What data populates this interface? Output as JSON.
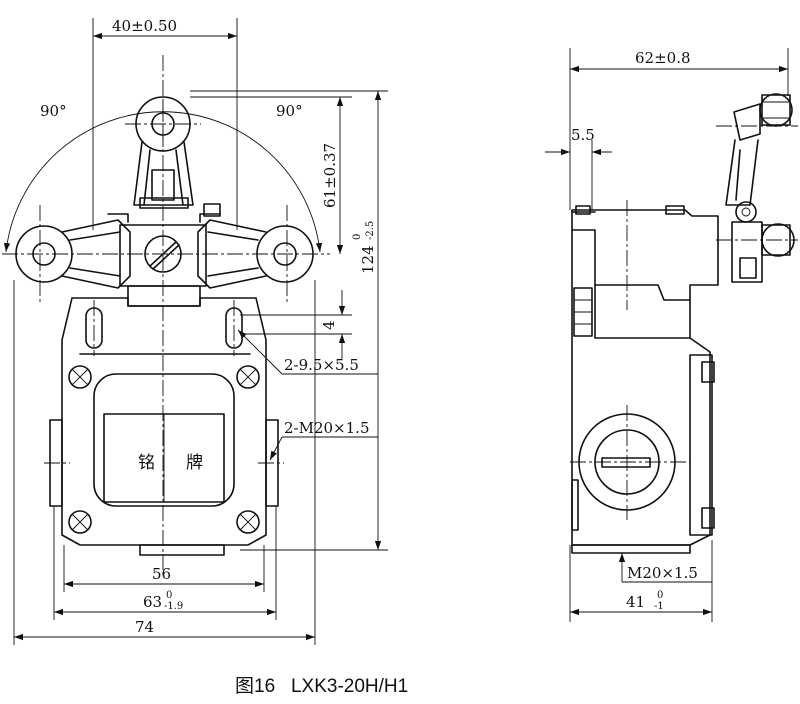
{
  "caption": "图16   LXK3-20H/H1",
  "nameplate": {
    "left_char": "铭",
    "right_char": "牌"
  },
  "front_view": {
    "width_top": "40±0.50",
    "angle_left": "90°",
    "angle_right": "90°",
    "height_arm": "61±0.37",
    "height_total_main": "124",
    "height_total_upper": "0",
    "height_total_lower": "-2.5",
    "slot_dim": "4",
    "slot_callout": "2-9.5×5.5",
    "thread_callout": "2-M20×1.5",
    "width_56": "56",
    "width_63_main": "63",
    "width_63_upper": "0",
    "width_63_lower": "-1.9",
    "width_74": "74"
  },
  "side_view": {
    "depth_total": "62±0.8",
    "offset": "5.5",
    "thread_callout": "M20×1.5",
    "depth_body_main": "41",
    "depth_body_upper": "0",
    "depth_body_lower": "-1"
  }
}
